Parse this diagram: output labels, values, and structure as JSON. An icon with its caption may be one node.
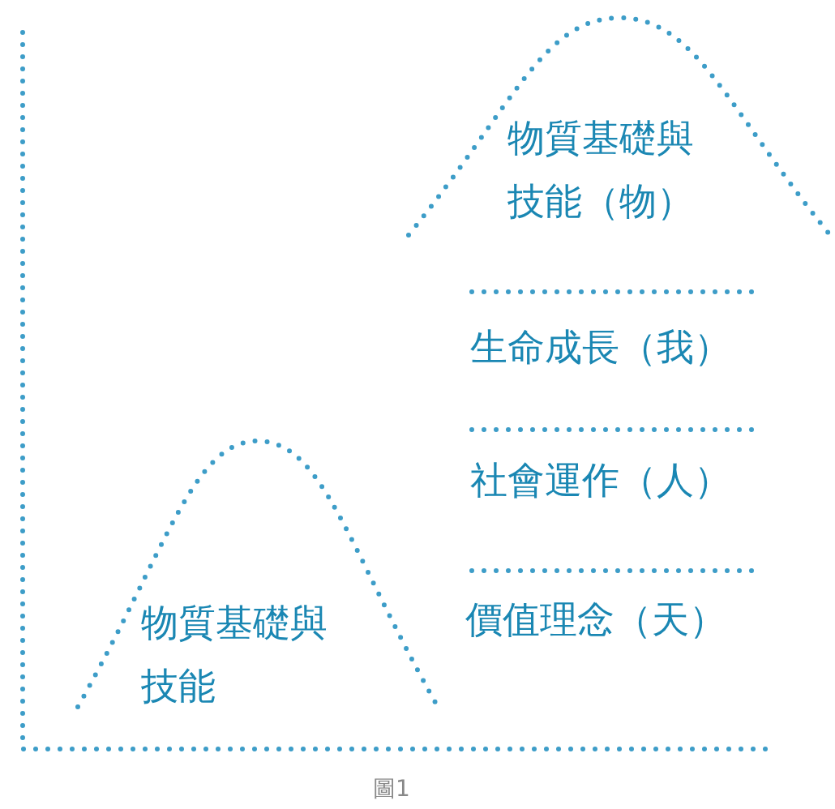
{
  "diagram": {
    "caption": "圖1",
    "nodes": [
      {
        "text": [
          "物質基礎與技能（物）"
        ]
      },
      {
        "text": [
          "物質基礎與技能"
        ]
      }
    ],
    "labels": [
      "生命成長（我）",
      "社會運作（人）",
      "價值理念（天）"
    ]
  }
}
